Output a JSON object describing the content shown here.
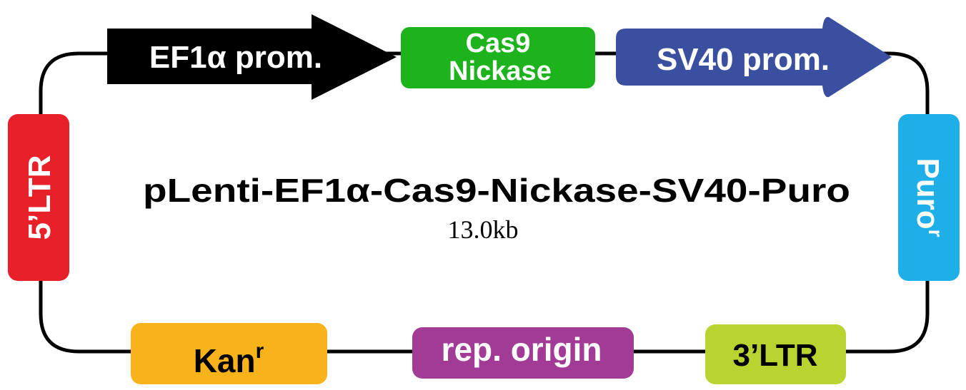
{
  "plasmid": {
    "name": "pLenti-EF1α-Cas9-Nickase-SV40-Puro",
    "size": "13.0kb"
  },
  "features": {
    "ef1a": {
      "label": "EF1α prom.",
      "color": "#000000",
      "text_color": "#ffffff"
    },
    "cas9": {
      "line1": "Cas9",
      "line2": "Nickase",
      "color": "#1db31d",
      "text_color": "#ffffff"
    },
    "sv40": {
      "label": "SV40 prom.",
      "color": "#3a4fa0",
      "text_color": "#ffffff"
    },
    "ltr5": {
      "label": "5’LTR",
      "color": "#e8202a",
      "text_color": "#ffffff"
    },
    "puro": {
      "label": "Puro",
      "superscript": "r",
      "color": "#1eaee8",
      "text_color": "#ffffff"
    },
    "kan": {
      "label": "Kan",
      "superscript": "r",
      "color": "#f9b31a",
      "text_color": "#000000"
    },
    "rep": {
      "label": "rep. origin",
      "color": "#a23b95",
      "text_color": "#ffffff"
    },
    "ltr3": {
      "label": "3’LTR",
      "color": "#b9d430",
      "text_color": "#000000"
    }
  },
  "backbone_color": "#000000"
}
